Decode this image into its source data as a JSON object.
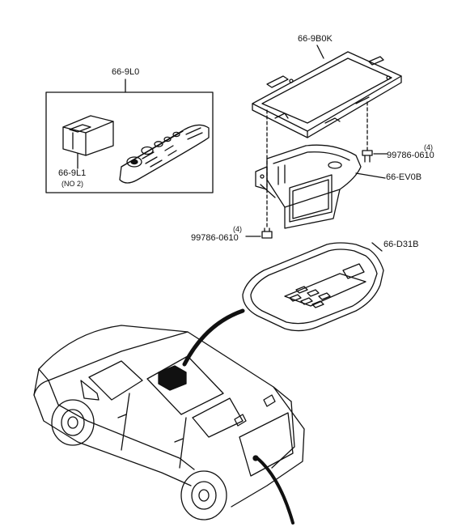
{
  "labels": {
    "kit": "66-9L0",
    "receiver": "66-9L1",
    "receiver_note": "(NO 2)",
    "bracket": "66-9B0K",
    "monitor": "66-EV0B",
    "cover": "66-D31B",
    "bolt_right": "99786-0610",
    "bolt_right_qty": "(4)",
    "bolt_left": "99786-0610",
    "bolt_left_qty": "(4)"
  }
}
